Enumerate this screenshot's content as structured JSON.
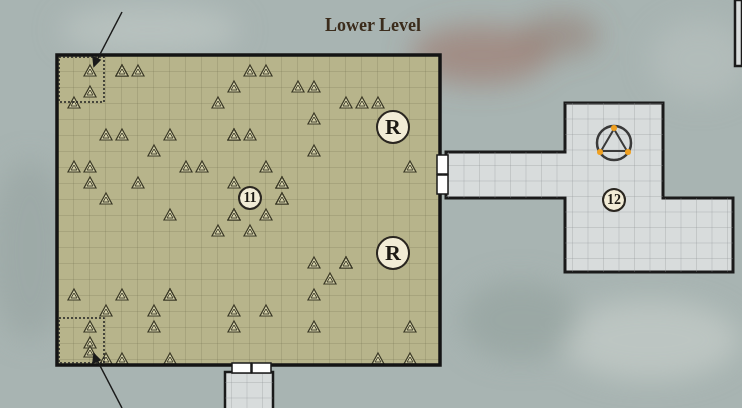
{
  "diagram": {
    "title": "Lower Level",
    "nodes": [
      {
        "text": [
          "R"
        ]
      },
      {
        "text": [
          "11"
        ]
      },
      {
        "text": [
          "R"
        ]
      },
      {
        "text": [
          "12"
        ]
      }
    ]
  }
}
